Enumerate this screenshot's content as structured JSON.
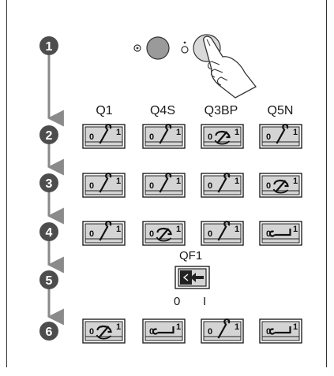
{
  "columns": [
    "Q1",
    "Q4S",
    "Q3BP",
    "Q5N"
  ],
  "steps": [
    "1",
    "2",
    "3",
    "4",
    "5",
    "6"
  ],
  "switch_labels": {
    "off": "0",
    "on": "1"
  },
  "step1": {
    "lamp_left": "off",
    "lamp_right": "pressed"
  },
  "rows": [
    {
      "step": "2",
      "states": [
        "on",
        "on",
        "turning",
        "on"
      ]
    },
    {
      "step": "3",
      "states": [
        "on",
        "on",
        "on",
        "turning"
      ]
    },
    {
      "step": "4",
      "states": [
        "on",
        "turning",
        "on",
        "off"
      ]
    },
    {
      "step": "6",
      "states": [
        "turning",
        "off",
        "on",
        "off"
      ]
    }
  ],
  "breaker": {
    "name": "QF1",
    "label_off": "0",
    "label_on": "I",
    "state": "off"
  },
  "colors": {
    "badge": "#4d4d4d",
    "arrow": "#8a8a8a",
    "panel_fill": "#d4d4d4",
    "lamp": "#9a9a9a"
  }
}
